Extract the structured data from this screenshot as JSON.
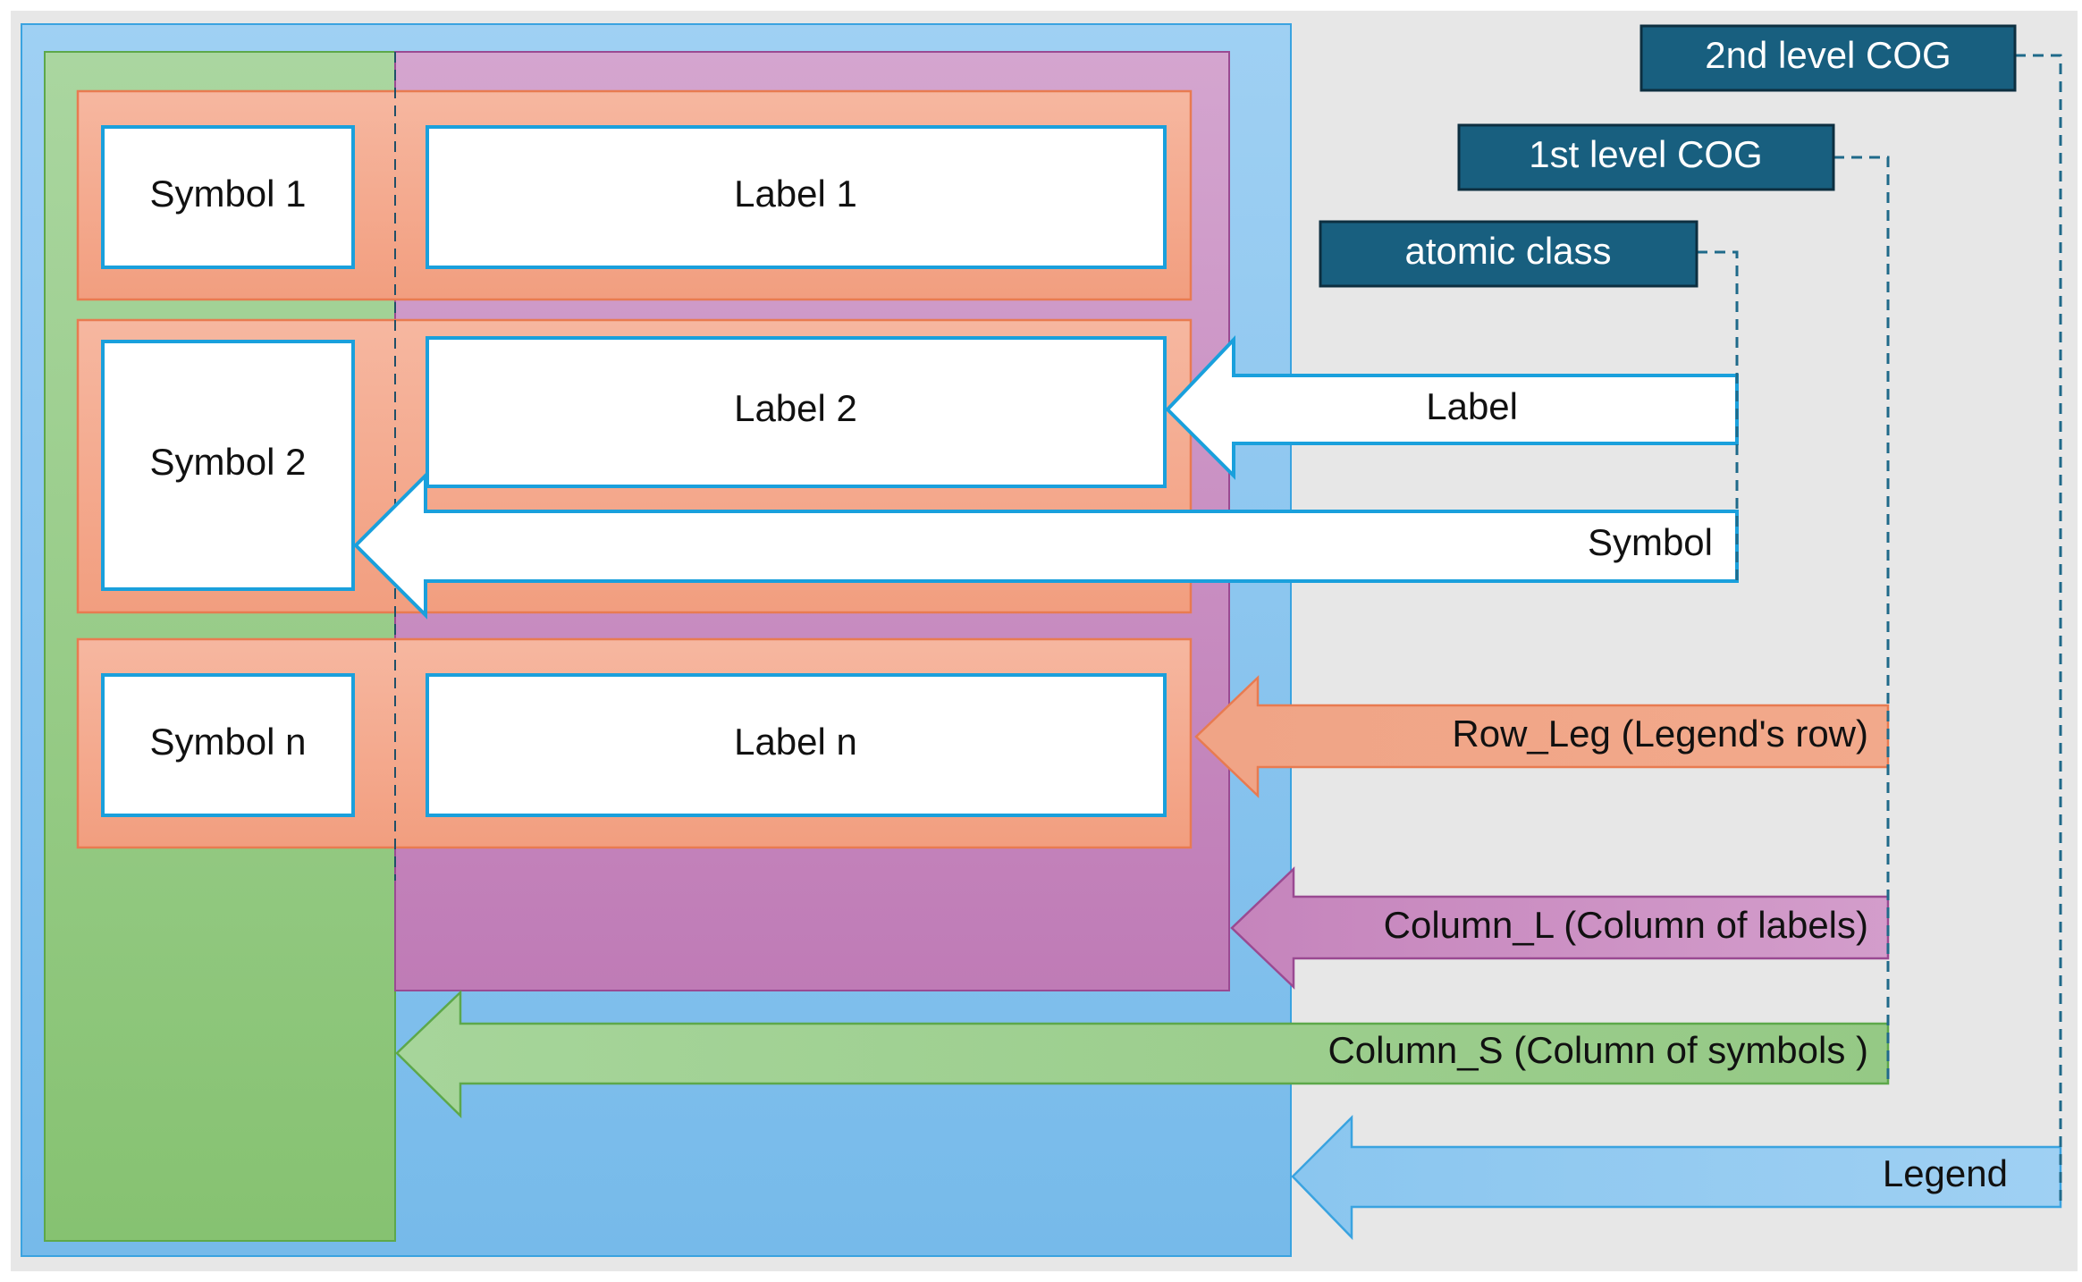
{
  "cells": {
    "symbol_1": "Symbol 1",
    "label_1": "Label 1",
    "symbol_2": "Symbol 2",
    "label_2": "Label 2",
    "symbol_n": "Symbol n",
    "label_n": "Label n"
  },
  "cog_levels": {
    "second": "2nd level COG",
    "first": "1st level COG",
    "atomic": "atomic class"
  },
  "pointers": {
    "label": "Label",
    "symbol": "Symbol",
    "row_leg": "Row_Leg (Legend's row)",
    "column_l": "Column_L (Column of labels)",
    "column_s": "Column_S (Column of symbols )",
    "legend": "Legend"
  },
  "colors": {
    "background": "#e7e7e7",
    "legend_blue": "#7fbde9",
    "symbols_green": "#94c683",
    "labels_purple": "#c684bd",
    "row_orange": "#f4a586",
    "cog_box": "#185f7f",
    "cell_border": "#1aa0dc",
    "connector": "#1f6a8a"
  }
}
